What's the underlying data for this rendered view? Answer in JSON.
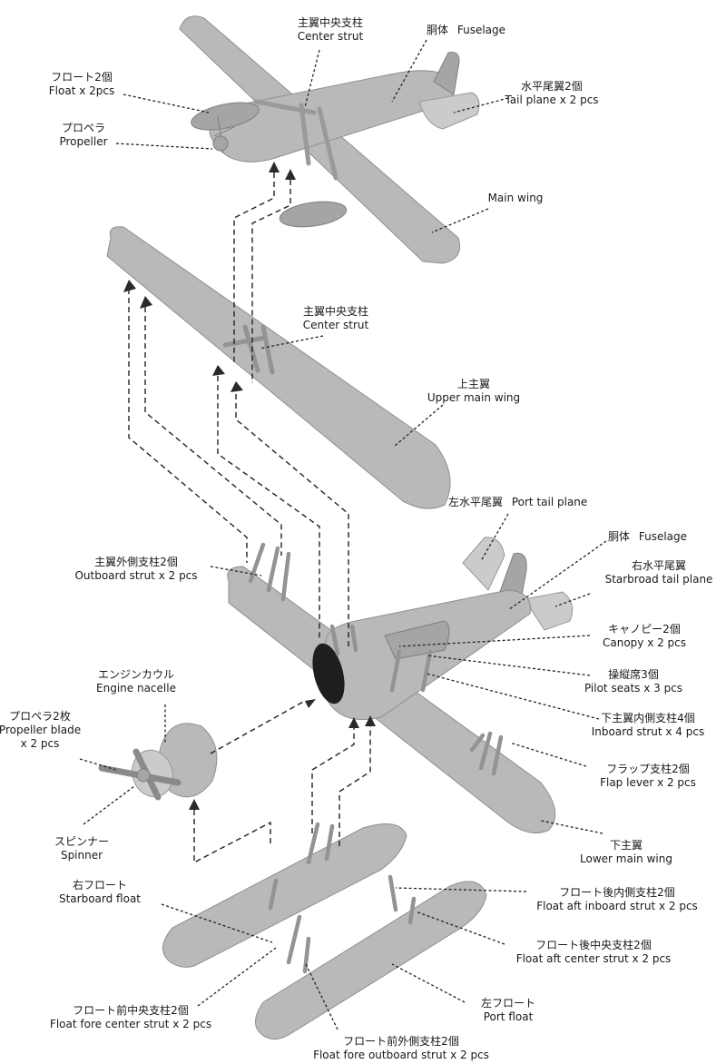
{
  "labels": {
    "center_strut_top": {
      "jp": "主翼中央支柱",
      "en": "Center strut"
    },
    "fuselage_top": {
      "jp": "胴体",
      "en": "Fuselage"
    },
    "float_top": {
      "jp": "フロート2個",
      "en": "Float x 2pcs"
    },
    "tail_top": {
      "jp": "水平尾翼2個",
      "en": "Tail plane x 2 pcs"
    },
    "propeller_top": {
      "jp": "プロペラ",
      "en": "Propeller"
    },
    "main_wing_top": {
      "jp": "",
      "en": "Main wing"
    },
    "center_strut_mid": {
      "jp": "主翼中央支柱",
      "en": "Center strut"
    },
    "upper_wing": {
      "jp": "上主翼",
      "en": "Upper main wing"
    },
    "port_tail": {
      "jp": "左水平尾翼",
      "en": "Port tail plane"
    },
    "fuselage_mid": {
      "jp": "胴体",
      "en": "Fuselage"
    },
    "starboard_tail": {
      "jp": "右水平尾翼",
      "en": "Starbroad tail plane"
    },
    "outboard_strut": {
      "jp": "主翼外側支柱2個",
      "en": "Outboard strut x 2 pcs"
    },
    "canopy": {
      "jp": "キャノピー2個",
      "en": "Canopy x 2 pcs"
    },
    "engine_nacelle": {
      "jp": "エンジンカウル",
      "en": "Engine nacelle"
    },
    "pilot_seats": {
      "jp": "操縦席3個",
      "en": "Pilot seats x 3 pcs"
    },
    "inboard_strut": {
      "jp": "下主翼内側支柱4個",
      "en": "Inboard strut x 4 pcs"
    },
    "propeller_blade": {
      "jp": "プロペラ2枚",
      "en": "Propeller blade",
      "qty": "x 2 pcs"
    },
    "flap_lever": {
      "jp": "フラップ支柱2個",
      "en": "Flap lever x 2 pcs"
    },
    "spinner": {
      "jp": "スピンナー",
      "en": "Spinner"
    },
    "lower_wing": {
      "jp": "下主翼",
      "en": "Lower main wing"
    },
    "starboard_float": {
      "jp": "右フロート",
      "en": "Starboard float"
    },
    "float_aft_inboard": {
      "jp": "フロート後内側支柱2個",
      "en": "Float aft inboard strut x 2 pcs"
    },
    "float_aft_center": {
      "jp": "フロート後中央支柱2個",
      "en": "Float aft center strut x 2 pcs"
    },
    "port_float": {
      "jp": "左フロート",
      "en": "Port float"
    },
    "float_fore_center": {
      "jp": "フロート前中央支柱2個",
      "en": "Float fore center strut x 2 pcs"
    },
    "float_fore_outboard": {
      "jp": "フロート前外側支柱2個",
      "en": "Float fore outboard strut x 2 pcs"
    }
  }
}
